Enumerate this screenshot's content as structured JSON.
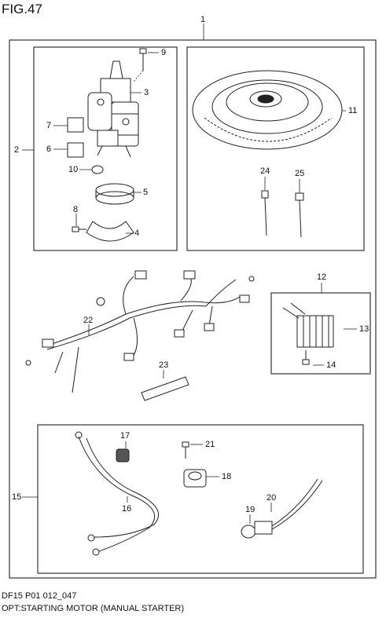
{
  "figure": {
    "title": "FIG.47",
    "code": "DF15 P01 012_047",
    "description": "OPT:STARTING MOTOR (MANUAL STARTER)"
  },
  "callouts": {
    "c1": "1",
    "c2": "2",
    "c3": "3",
    "c4": "4",
    "c5": "5",
    "c6": "6",
    "c7": "7",
    "c8": "8",
    "c9": "9",
    "c10": "10",
    "c11": "11",
    "c12": "12",
    "c13": "13",
    "c14": "14",
    "c15": "15",
    "c16": "16",
    "c17": "17",
    "c18": "18",
    "c19": "19",
    "c20": "20",
    "c21": "21",
    "c22": "22",
    "c23": "23",
    "c24": "24",
    "c25": "25"
  }
}
